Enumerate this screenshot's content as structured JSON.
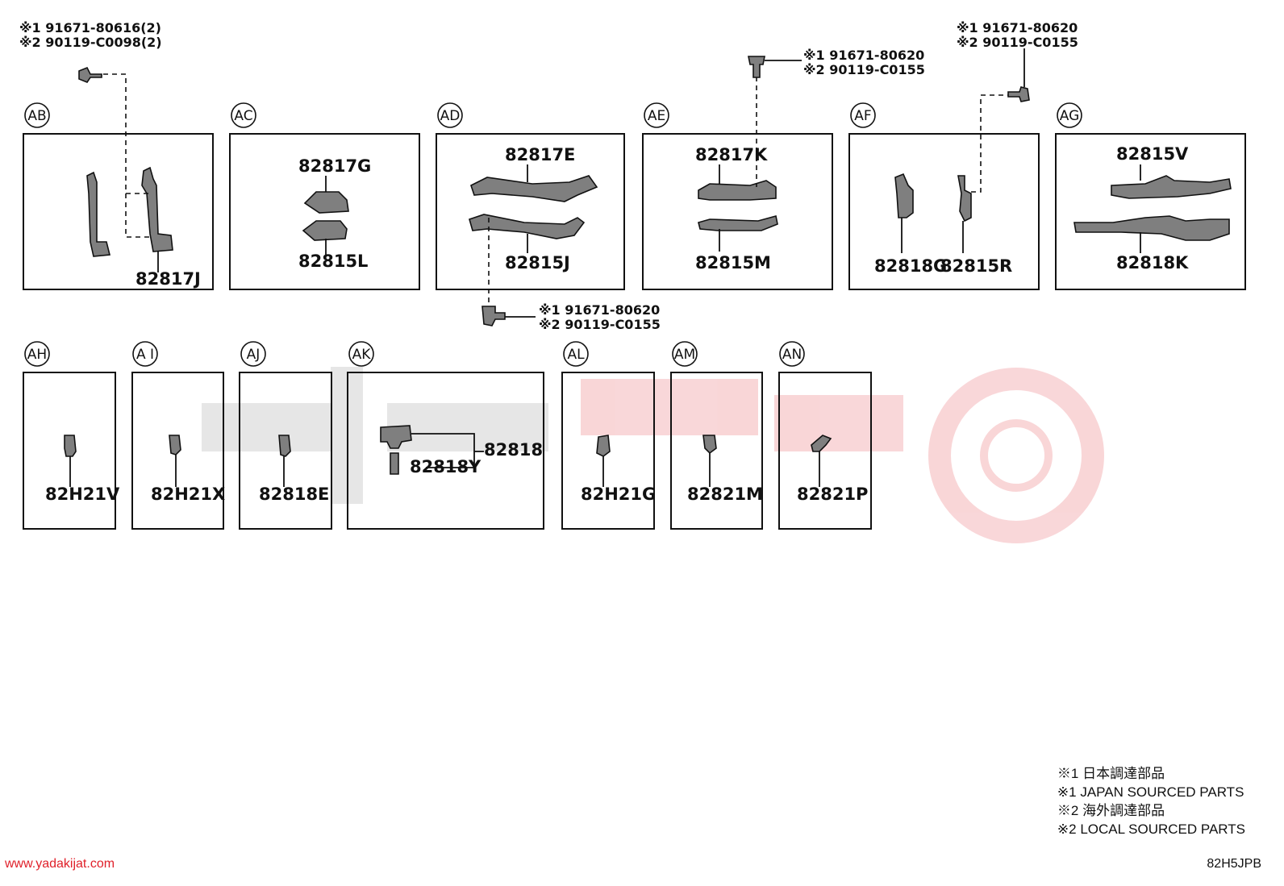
{
  "watermark": {
    "url": "www.yadakijat.com",
    "color": "#e0202a"
  },
  "drawing_code": "82H5JPB",
  "legend": [
    "※1 日本調達部品",
    "※1 JAPAN SOURCED PARTS",
    "※2 海外調達部品",
    "※2 LOCAL SOURCED PARTS"
  ],
  "fastener_notes": {
    "ab": [
      "※1 91671-80616(2)",
      "※2 90119-C0098(2)"
    ],
    "ad": [
      "※1 91671-80620",
      "※2 90119-C0155"
    ],
    "ae": [
      "※1 91671-80620",
      "※2 90119-C0155"
    ],
    "af": [
      "※1 91671-80620",
      "※2 90119-C0155"
    ]
  },
  "panels": {
    "ab": {
      "tag": "AB",
      "parts": [
        "82817J"
      ]
    },
    "ac": {
      "tag": "AC",
      "parts": [
        "82817G",
        "82815L"
      ]
    },
    "ad": {
      "tag": "AD",
      "parts": [
        "82817E",
        "82815J"
      ]
    },
    "ae": {
      "tag": "AE",
      "parts": [
        "82817K",
        "82815M"
      ]
    },
    "af": {
      "tag": "AF",
      "parts": [
        "82818G",
        "82815R"
      ]
    },
    "ag": {
      "tag": "AG",
      "parts": [
        "82815V",
        "82818K"
      ]
    },
    "ah": {
      "tag": "AH",
      "parts": [
        "82H21V"
      ]
    },
    "ai": {
      "tag": "A I",
      "parts": [
        "82H21X"
      ]
    },
    "aj": {
      "tag": "AJ",
      "parts": [
        "82818E"
      ]
    },
    "ak": {
      "tag": "AK",
      "parts": [
        "82818Y",
        "82818"
      ]
    },
    "al": {
      "tag": "AL",
      "parts": [
        "82H21G"
      ]
    },
    "am": {
      "tag": "AM",
      "parts": [
        "82821M"
      ]
    },
    "an": {
      "tag": "AN",
      "parts": [
        "82821P"
      ]
    }
  }
}
